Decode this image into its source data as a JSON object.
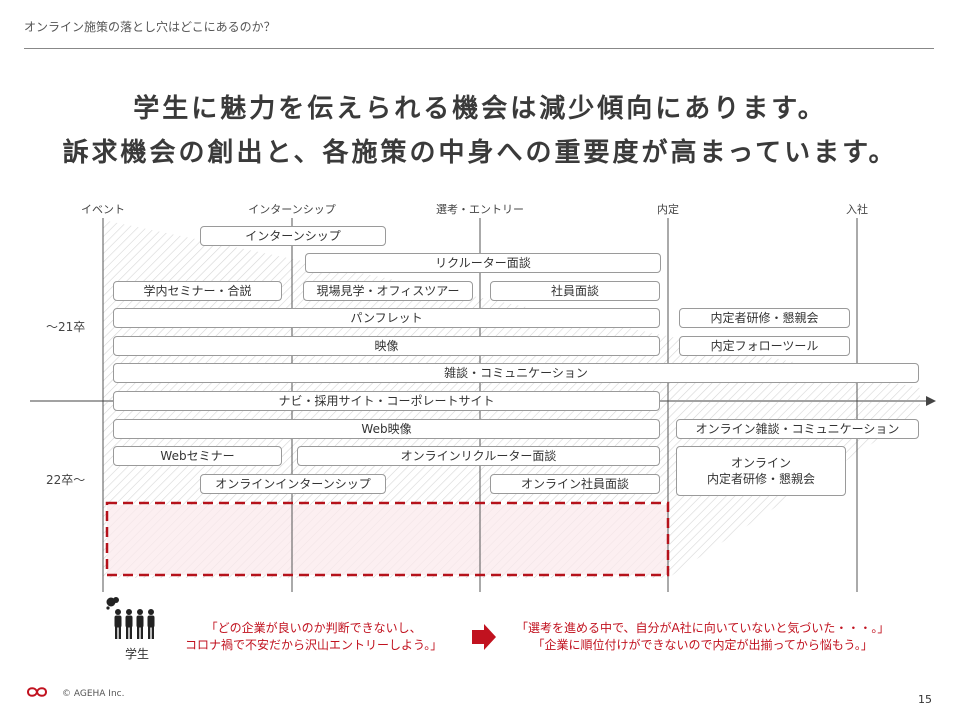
{
  "header": {
    "title": "オンライン施策の落とし穴はどこにあるのか？"
  },
  "headline": {
    "line1": "学生に魅力を伝えられる機会は減少傾向にあります。",
    "line2": "訴求機会の創出と、各施策の中身への重要度が高まっています。"
  },
  "phases": [
    "イベント",
    "インターンシップ",
    "選考・エントリー",
    "内定",
    "入社"
  ],
  "eras": {
    "before": "～21卒",
    "after": "22卒～"
  },
  "boxes_before": {
    "internship": "インターンシップ",
    "recruiter_interview": "リクルーター面談",
    "campus_seminar": "学内セミナー・合説",
    "site_tour": "現場見学・オフィスツアー",
    "employee_interview": "社員面談",
    "pamphlet": "パンフレット",
    "offer_training": "内定者研修・懇親会",
    "video": "映像",
    "offer_follow_tool": "内定フォローツール",
    "chat_communication": "雑談・コミュニケーション"
  },
  "boxes_after": {
    "navi_site": "ナビ・採用サイト・コーポレートサイト",
    "web_video": "Web映像",
    "online_chat": "オンライン雑談・コミュニケーション",
    "web_seminar": "Webセミナー",
    "online_recruiter": "オンラインリクルーター面談",
    "online_offer_line1": "オンライン",
    "online_offer_line2": "内定者研修・懇親会",
    "online_internship": "オンラインインターンシップ",
    "online_employee": "オンライン社員面談"
  },
  "student_label": "学生",
  "quote_left": {
    "line1": "「どの企業が良いのか判断できないし、",
    "line2": "コロナ禍で不安だから沢山エントリーしよう。」"
  },
  "quote_right": {
    "line1": "「選考を進める中で、自分がA社に向いていないと気づいた・・・。」",
    "line2": "「企業に順位付けができないので内定が出揃ってから悩もう。」"
  },
  "footer": {
    "copyright": "© AGEHA Inc.",
    "page_number": "15"
  },
  "colors": {
    "accent_red": "#c1121f",
    "hatch": "#d6d6d6",
    "box_border": "#9a9a9a",
    "text": "#333333"
  }
}
